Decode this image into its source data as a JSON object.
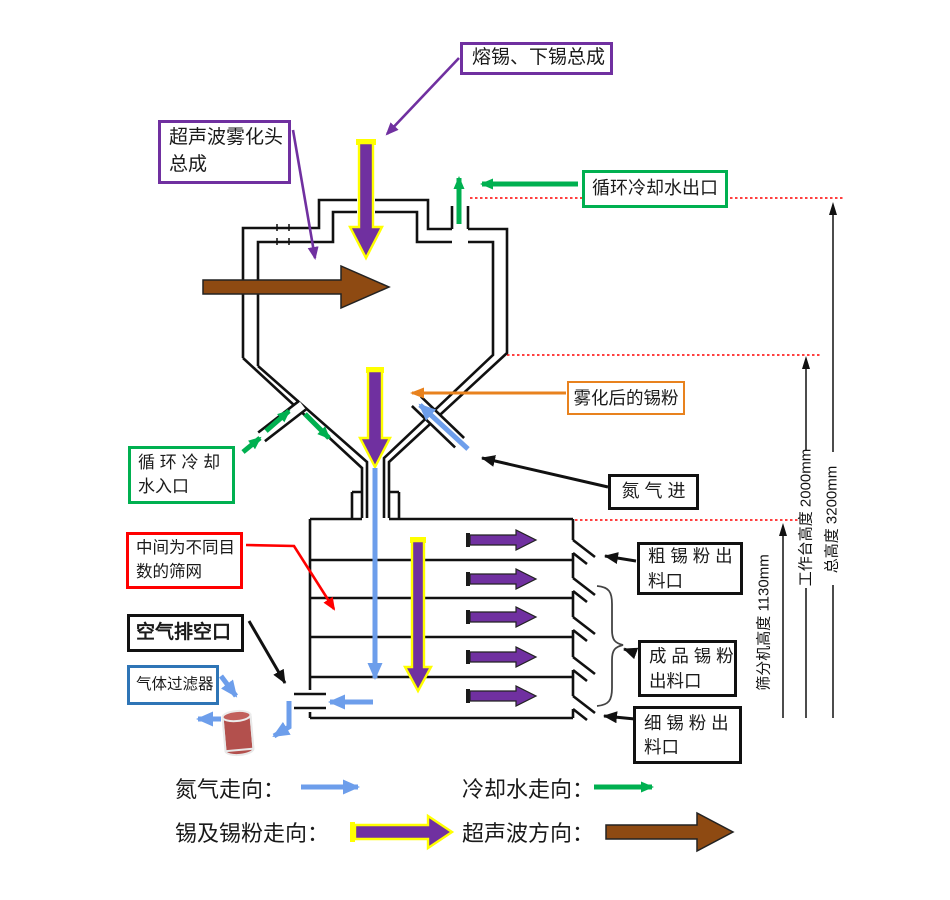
{
  "diagram": {
    "labels": {
      "melt_tin": "熔锡、下锡总成",
      "atomizer_head": [
        "超声波雾化头",
        "总成"
      ],
      "cooling_out": "循环冷却水出口",
      "atomized_powder": "雾化后的锡粉",
      "nitrogen_in": "氮 气 进",
      "cooling_in": [
        "循 环 冷 却",
        "水入口"
      ],
      "sieve_note": [
        "中间为不同目",
        "数的筛网"
      ],
      "air_vent": "空气排空口",
      "gas_filter": "气体过滤器",
      "coarse_out": [
        "粗 锡 粉 出",
        "料口"
      ],
      "product_out": [
        "成 品 锡 粉",
        "出料口"
      ],
      "fine_out": [
        "细 锡 粉 出",
        "料口"
      ]
    },
    "dimensions": {
      "sieve_height": "筛分机高度 1130mm",
      "table_height": "工作台高度 2000mm",
      "total_height": "总高度 3200mm"
    },
    "legend": {
      "nitrogen": "氮气走向：",
      "cooling": "冷却水走向：",
      "tin": "锡及锡粉走向：",
      "ultrasonic": "超声波方向："
    },
    "colors": {
      "purple": "#7030A0",
      "green": "#00B050",
      "blue": "#6D9EEB",
      "brown": "#8E4A12",
      "orange": "#E8821E",
      "red": "#FF0000",
      "yellow": "#FFFF00",
      "box_blue": "#2E75B6",
      "filter_body": "#B3504D",
      "filter_top": "#C2605C"
    }
  }
}
